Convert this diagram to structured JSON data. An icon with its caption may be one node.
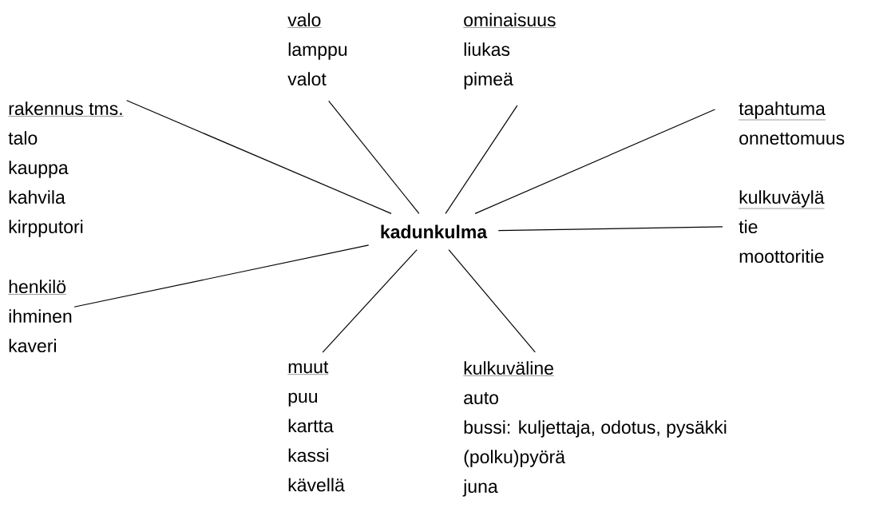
{
  "diagram": {
    "nodes": [
      {
        "text": [
          "kadunkulma"
        ]
      },
      {
        "text": [
          "valo",
          "lamppu",
          "valot"
        ]
      },
      {
        "text": [
          "ominaisuus",
          "liukas",
          "pimeä"
        ]
      },
      {
        "text": [
          "rakennus tms.",
          "talo",
          "kauppa",
          "kahvila",
          "kirpputori"
        ]
      },
      {
        "text": [
          "tapahtuma",
          "onnettomuus"
        ]
      },
      {
        "text": [
          "kulkuväylä",
          "tie",
          "moottoritie"
        ]
      },
      {
        "text": [
          "henkilö",
          "ihminen",
          "kaveri"
        ]
      },
      {
        "text": [
          "muut",
          "puu",
          "kartta",
          "kassi",
          "kävellä"
        ]
      },
      {
        "text": [
          "kulkuväline",
          "auto",
          "bussi: kuljettaja, odotus, pysäkki",
          "(polku)pyörä",
          "juna"
        ]
      }
    ],
    "edges": [
      {
        "from": 0,
        "to": 3,
        "arrow": "none"
      },
      {
        "from": 0,
        "to": 1,
        "arrow": "none"
      },
      {
        "from": 0,
        "to": 2,
        "arrow": "none"
      },
      {
        "from": 0,
        "to": 4,
        "arrow": "none"
      },
      {
        "from": 0,
        "to": 5,
        "arrow": "none"
      },
      {
        "from": 0,
        "to": 6,
        "arrow": "none"
      },
      {
        "from": 0,
        "to": 7,
        "arrow": "none"
      },
      {
        "from": 0,
        "to": 8,
        "arrow": "none"
      }
    ]
  }
}
